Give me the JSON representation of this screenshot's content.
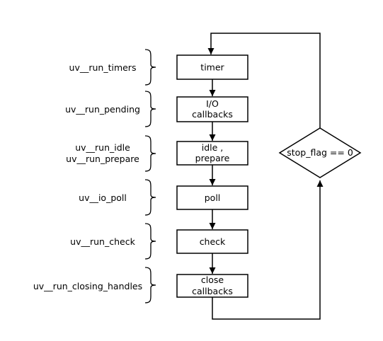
{
  "stages": [
    {
      "id": "timer",
      "lines": [
        "timer"
      ],
      "functions": [
        "uv__run_timers"
      ]
    },
    {
      "id": "io-callbacks",
      "lines": [
        "I/O",
        "callbacks"
      ],
      "functions": [
        "uv__run_pending"
      ]
    },
    {
      "id": "idle-prepare",
      "lines": [
        "idle ,",
        "prepare"
      ],
      "functions": [
        "uv__run_idle",
        "uv__run_prepare"
      ]
    },
    {
      "id": "poll",
      "lines": [
        "poll"
      ],
      "functions": [
        "uv__io_poll"
      ]
    },
    {
      "id": "check",
      "lines": [
        "check"
      ],
      "functions": [
        "uv__run_check"
      ]
    },
    {
      "id": "close-callbacks",
      "lines": [
        "close",
        "callbacks"
      ],
      "functions": [
        "uv__run_closing_handles"
      ]
    }
  ],
  "loop_condition": "stop_flag == 0"
}
